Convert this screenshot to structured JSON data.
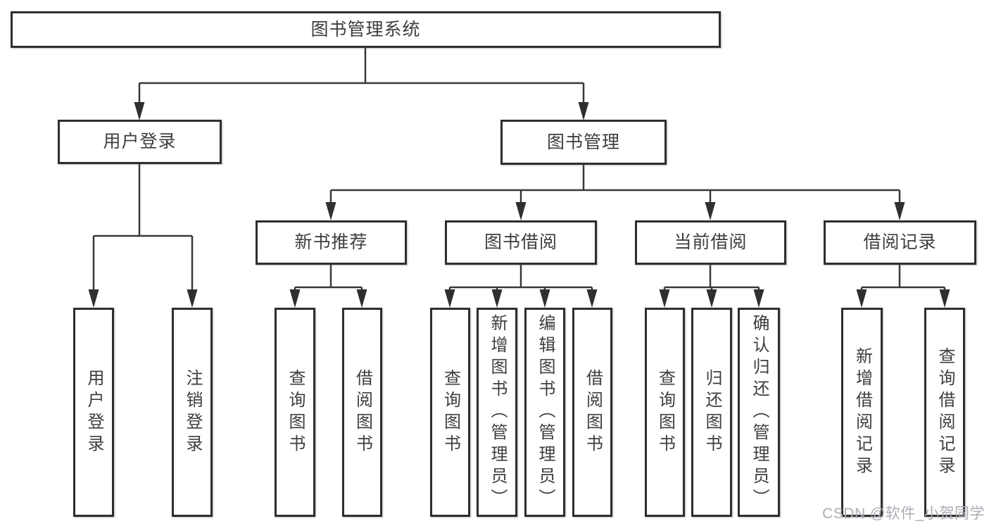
{
  "diagram": {
    "root": {
      "label": "图书管理系统"
    },
    "level2": [
      {
        "id": "user-login",
        "label": "用户登录"
      },
      {
        "id": "book-management",
        "label": "图书管理"
      }
    ],
    "level3": [
      {
        "id": "new-book-recommend",
        "label": "新书推荐"
      },
      {
        "id": "book-borrowing",
        "label": "图书借阅"
      },
      {
        "id": "current-borrowing",
        "label": "当前借阅"
      },
      {
        "id": "borrowing-records",
        "label": "借阅记录"
      }
    ],
    "leaves": [
      {
        "id": "user-login-leaf",
        "label": "用户登录",
        "parent": "user-login"
      },
      {
        "id": "logout",
        "label": "注销登录",
        "parent": "user-login"
      },
      {
        "id": "query-books-recommend",
        "label": "查询图书",
        "parent": "new-book-recommend"
      },
      {
        "id": "borrow-books-recommend",
        "label": "借阅图书",
        "parent": "new-book-recommend"
      },
      {
        "id": "query-books-borrowing",
        "label": "查询图书",
        "parent": "book-borrowing"
      },
      {
        "id": "add-books-admin",
        "label": "新增图书（管理员）",
        "parent": "book-borrowing"
      },
      {
        "id": "edit-books-admin",
        "label": "编辑图书（管理员）",
        "parent": "book-borrowing"
      },
      {
        "id": "borrow-books-borrowing",
        "label": "借阅图书",
        "parent": "book-borrowing"
      },
      {
        "id": "query-books-current",
        "label": "查询图书",
        "parent": "current-borrowing"
      },
      {
        "id": "return-books",
        "label": "归还图书",
        "parent": "current-borrowing"
      },
      {
        "id": "confirm-return-admin",
        "label": "确认归还（管理员）",
        "parent": "current-borrowing"
      },
      {
        "id": "add-borrow-record",
        "label": "新增借阅记录",
        "parent": "borrowing-records"
      },
      {
        "id": "query-borrow-record",
        "label": "查询借阅记录",
        "parent": "borrowing-records"
      }
    ]
  },
  "watermark": {
    "text": "CSDN @软件_小贺同学"
  },
  "colors": {
    "background": "#ffffff",
    "box_border": "#2e2e2e",
    "line": "#383838",
    "arrow": "#2f2f2f",
    "text": "#3e3e3e",
    "watermark": "#a9aeb4"
  }
}
